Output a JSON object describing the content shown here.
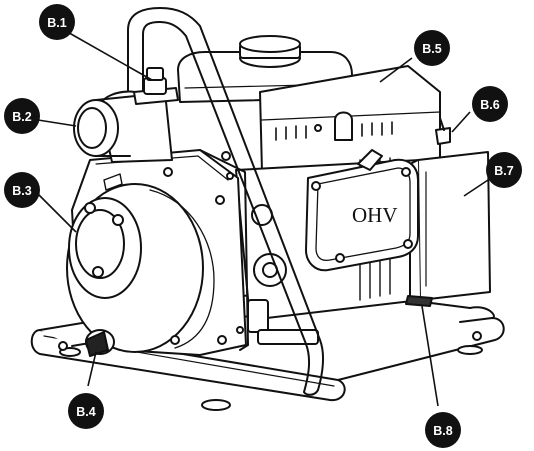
{
  "diagram": {
    "engine_mark": "OHV",
    "callouts": [
      {
        "id": "b1",
        "label": "B.1"
      },
      {
        "id": "b2",
        "label": "B.2"
      },
      {
        "id": "b3",
        "label": "B.3"
      },
      {
        "id": "b4",
        "label": "B.4"
      },
      {
        "id": "b5",
        "label": "B.5"
      },
      {
        "id": "b6",
        "label": "B.6"
      },
      {
        "id": "b7",
        "label": "B.7"
      },
      {
        "id": "b8",
        "label": "B.8"
      }
    ],
    "colors": {
      "line": "#111111",
      "badge": "#111111",
      "badge_text": "#ffffff",
      "background": "#ffffff"
    }
  }
}
